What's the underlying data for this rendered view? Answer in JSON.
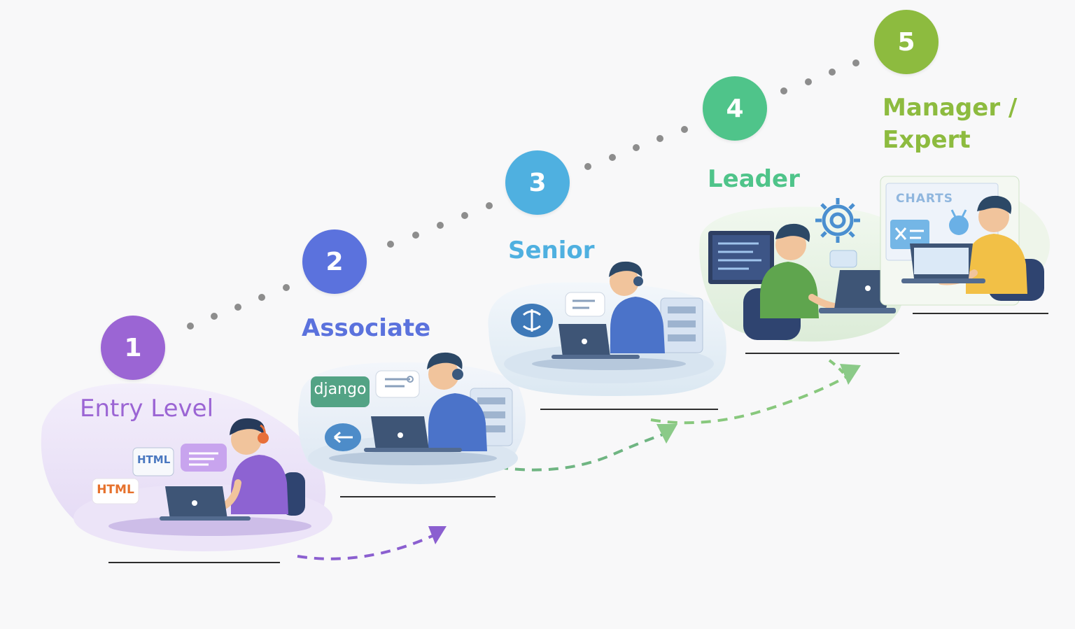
{
  "steps": [
    {
      "number": "1",
      "title": "Entry Level",
      "color": "#9b65d4"
    },
    {
      "number": "2",
      "title": "Associate",
      "color": "#5b72dd"
    },
    {
      "number": "3",
      "title": "Senior",
      "color": "#4fb0e0"
    },
    {
      "number": "4",
      "title": "Leader",
      "color": "#4fc48a"
    },
    {
      "number": "5",
      "title_line1": "Manager /",
      "title_line2": "Expert",
      "color": "#8dbb3f"
    }
  ],
  "tags": {
    "html_small": "HTML",
    "html_badge": "HTML",
    "django": "django",
    "charts": "CHARTS"
  },
  "icons": [
    "dotted-path",
    "dashed-arrow",
    "person-with-laptop",
    "gear-icon",
    "cloud-icon",
    "chat-bubble-icon",
    "server-rack-icon",
    "monitor-icon"
  ]
}
